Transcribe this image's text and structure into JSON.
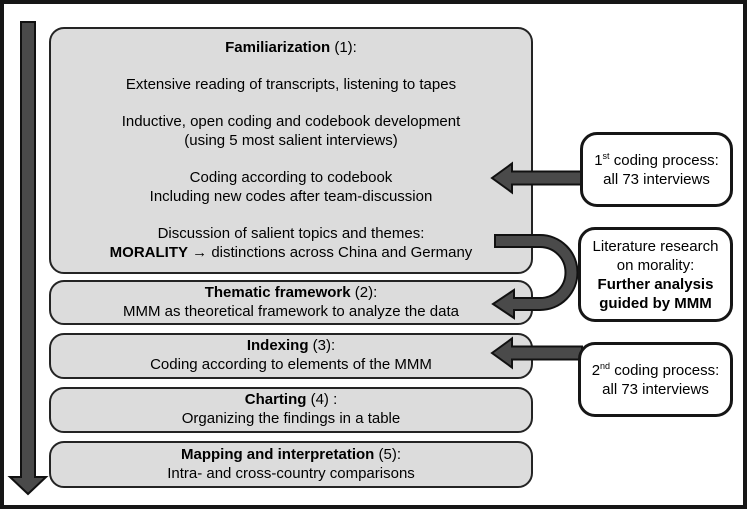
{
  "colors": {
    "stage_box_fill": "#dcdcdc",
    "stage_box_border": "#242424",
    "callout_fill": "#ffffff",
    "callout_border": "#161616",
    "arrow_fill": "#4a4a4a",
    "arrow_outline": "#111111",
    "frame_border": "#161616",
    "text": "#000000"
  },
  "stages": {
    "familiarization": {
      "heading_bold": "Familiarization",
      "heading_rest": " (1):",
      "para1": "Extensive reading of transcripts, listening to tapes",
      "para2_line1": "Inductive, open coding and codebook development",
      "para2_line2": "(using 5 most salient interviews)",
      "para3_line1": "Coding according to codebook",
      "para3_line2": "Including new codes after team-discussion",
      "para4_line1": "Discussion of salient topics and themes:",
      "para4_bold": "MORALITY",
      "para4_arrow": "→",
      "para4_rest": "distinctions across China and Germany"
    },
    "thematic_framework": {
      "heading_bold": "Thematic framework",
      "heading_rest": " (2):",
      "body": "MMM as theoretical framework to analyze the data"
    },
    "indexing": {
      "heading_bold": "Indexing",
      "heading_rest": " (3):",
      "body": "Coding according to elements of the MMM"
    },
    "charting": {
      "heading_bold": "Charting",
      "heading_rest": " (4) :",
      "body": "Organizing the findings in a table"
    },
    "mapping": {
      "heading_bold": "Mapping and interpretation",
      "heading_rest": " (5):",
      "body": "Intra- and cross-country comparisons"
    }
  },
  "callouts": {
    "first_coding": {
      "num": "1",
      "sup": "st",
      "rest": " coding process:",
      "line2": "all 73 interviews"
    },
    "literature": {
      "line1": "Literature research",
      "line2": "on morality:",
      "bold1": "Further analysis",
      "bold2": "guided by MMM"
    },
    "second_coding": {
      "num": "2",
      "sup": "nd",
      "rest": " coding process:",
      "line2": "all 73 interviews"
    }
  }
}
